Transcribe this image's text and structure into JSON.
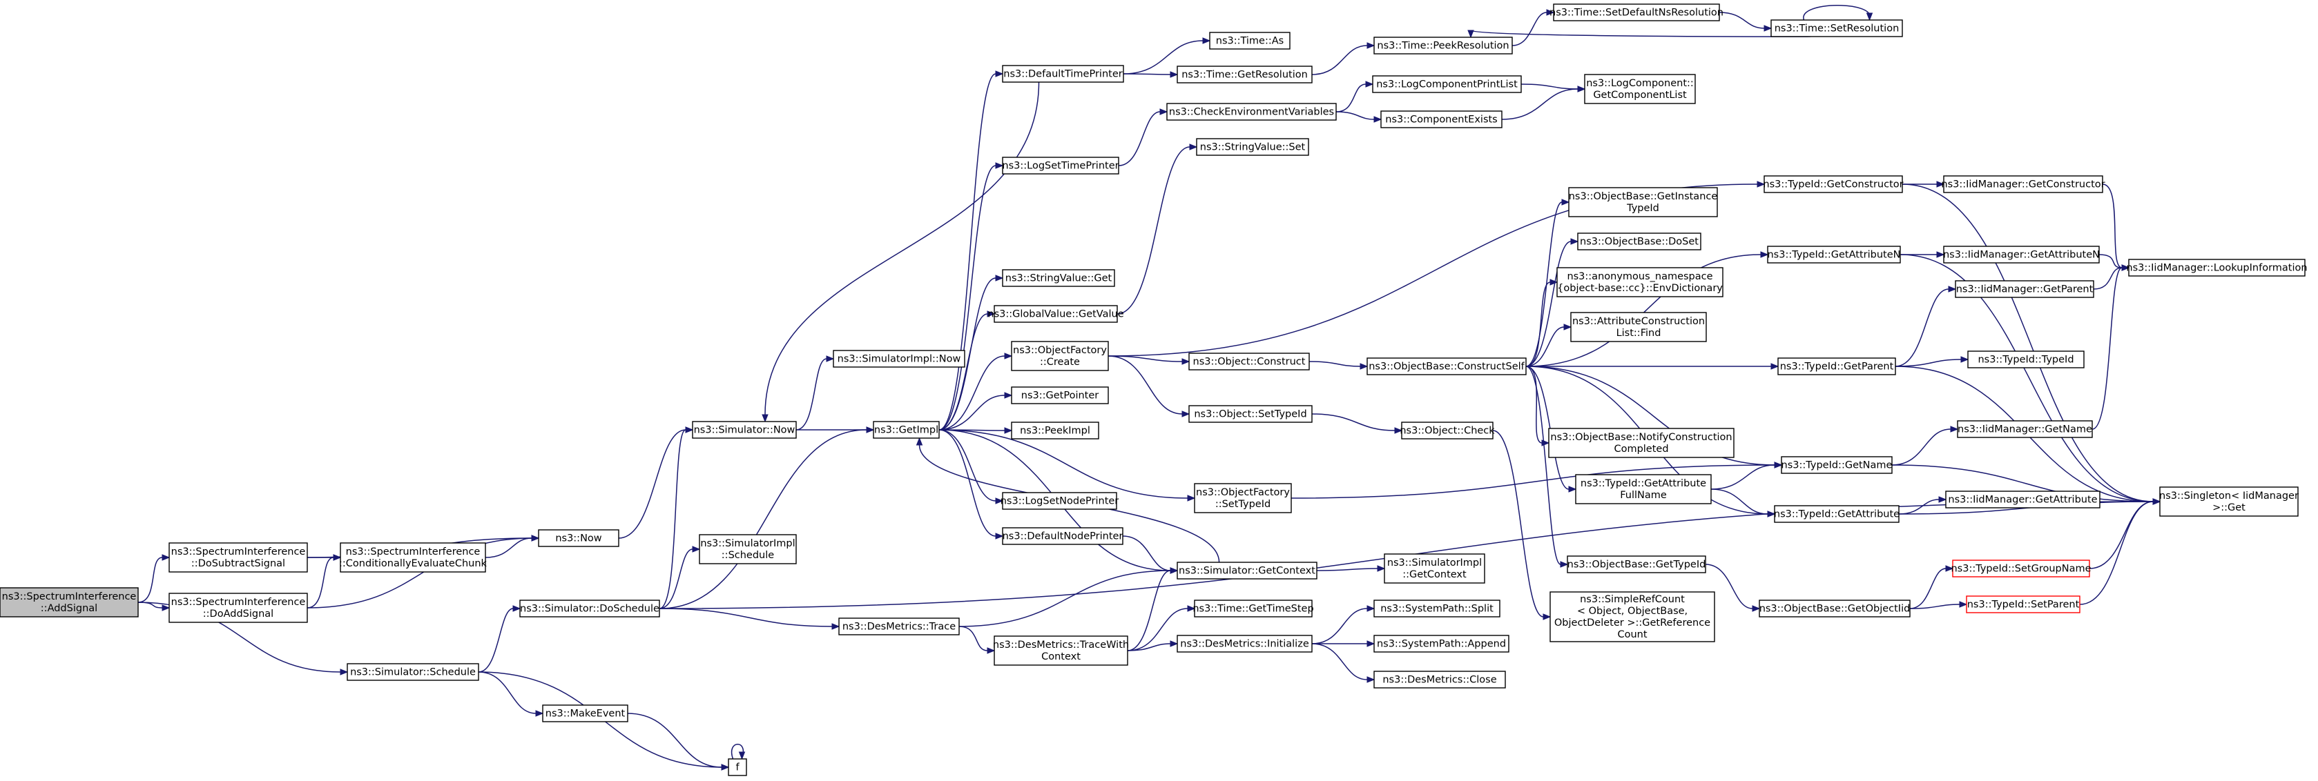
{
  "nodes": [
    {
      "id": "addsignal",
      "lines": [
        "ns3::SpectrumInterference",
        "::AddSignal"
      ],
      "root": true
    },
    {
      "id": "dosubtract",
      "lines": [
        "ns3::SpectrumInterference",
        "::DoSubtractSignal"
      ]
    },
    {
      "id": "doadd",
      "lines": [
        "ns3::SpectrumInterference",
        "::DoAddSignal"
      ]
    },
    {
      "id": "condeval",
      "lines": [
        "ns3::SpectrumInterference",
        "::ConditionallyEvaluateChunk"
      ]
    },
    {
      "id": "now",
      "lines": [
        "ns3::Now"
      ]
    },
    {
      "id": "simnow",
      "lines": [
        "ns3::Simulator::Now"
      ]
    },
    {
      "id": "simimplnow",
      "lines": [
        "ns3::SimulatorImpl::Now"
      ]
    },
    {
      "id": "getimpl",
      "lines": [
        "ns3::GetImpl"
      ]
    },
    {
      "id": "simschedule",
      "lines": [
        "ns3::Simulator::Schedule"
      ]
    },
    {
      "id": "doschedule",
      "lines": [
        "ns3::Simulator::DoSchedule"
      ]
    },
    {
      "id": "implschedule",
      "lines": [
        "ns3::SimulatorImpl",
        "::Schedule"
      ]
    },
    {
      "id": "makeevent",
      "lines": [
        "ns3::MakeEvent"
      ]
    },
    {
      "id": "f",
      "lines": [
        "f"
      ]
    },
    {
      "id": "defaulttimeprinter",
      "lines": [
        "ns3::DefaultTimePrinter"
      ]
    },
    {
      "id": "logsettimeprinter",
      "lines": [
        "ns3::LogSetTimePrinter"
      ]
    },
    {
      "id": "stringvalueget",
      "lines": [
        "ns3::StringValue::Get"
      ]
    },
    {
      "id": "globalvalueget",
      "lines": [
        "ns3::GlobalValue::GetValue"
      ]
    },
    {
      "id": "objfactorycreate",
      "lines": [
        "ns3::ObjectFactory",
        "::Create"
      ]
    },
    {
      "id": "getpointer",
      "lines": [
        "ns3::GetPointer"
      ]
    },
    {
      "id": "peekimpl",
      "lines": [
        "ns3::PeekImpl"
      ]
    },
    {
      "id": "logsetnodeprinter",
      "lines": [
        "ns3::LogSetNodePrinter"
      ]
    },
    {
      "id": "defaultnodeprinter",
      "lines": [
        "ns3::DefaultNodePrinter"
      ]
    },
    {
      "id": "desmetricstrace",
      "lines": [
        "ns3::DesMetrics::Trace"
      ]
    },
    {
      "id": "tracewithcontext",
      "lines": [
        "ns3::DesMetrics::TraceWith",
        "Context"
      ]
    },
    {
      "id": "timeas",
      "lines": [
        "ns3::Time::As"
      ]
    },
    {
      "id": "timegetresolution",
      "lines": [
        "ns3::Time::GetResolution"
      ]
    },
    {
      "id": "checkenv",
      "lines": [
        "ns3::CheckEnvironmentVariables"
      ]
    },
    {
      "id": "stringvalueset",
      "lines": [
        "ns3::StringValue::Set"
      ]
    },
    {
      "id": "objectconstruct",
      "lines": [
        "ns3::Object::Construct"
      ]
    },
    {
      "id": "objectsettypeid",
      "lines": [
        "ns3::Object::SetTypeId"
      ]
    },
    {
      "id": "objfactorysettypeid",
      "lines": [
        "ns3::ObjectFactory",
        "::SetTypeId"
      ]
    },
    {
      "id": "simgetcontext",
      "lines": [
        "ns3::Simulator::GetContext"
      ]
    },
    {
      "id": "timegettimestep",
      "lines": [
        "ns3::Time::GetTimeStep"
      ]
    },
    {
      "id": "desinit",
      "lines": [
        "ns3::DesMetrics::Initialize"
      ]
    },
    {
      "id": "timepeekresolution",
      "lines": [
        "ns3::Time::PeekResolution"
      ]
    },
    {
      "id": "timesetdefault",
      "lines": [
        "ns3::Time::SetDefaultNsResolution"
      ]
    },
    {
      "id": "timesetresolution",
      "lines": [
        "ns3::Time::SetResolution"
      ]
    },
    {
      "id": "logcompprintlist",
      "lines": [
        "ns3::LogComponentPrintList"
      ]
    },
    {
      "id": "compexists",
      "lines": [
        "ns3::ComponentExists"
      ]
    },
    {
      "id": "logcompgetlist",
      "lines": [
        "ns3::LogComponent::",
        "GetComponentList"
      ]
    },
    {
      "id": "constructself",
      "lines": [
        "ns3::ObjectBase::ConstructSelf"
      ]
    },
    {
      "id": "objectcheck",
      "lines": [
        "ns3::Object::Check"
      ]
    },
    {
      "id": "implgetcontext",
      "lines": [
        "ns3::SimulatorImpl",
        "::GetContext"
      ]
    },
    {
      "id": "syspathsplit",
      "lines": [
        "ns3::SystemPath::Split"
      ]
    },
    {
      "id": "syspathappend",
      "lines": [
        "ns3::SystemPath::Append"
      ]
    },
    {
      "id": "desclose",
      "lines": [
        "ns3::DesMetrics::Close"
      ]
    },
    {
      "id": "getinstancetypeid",
      "lines": [
        "ns3::ObjectBase::GetInstance",
        "TypeId"
      ]
    },
    {
      "id": "doset",
      "lines": [
        "ns3::ObjectBase::DoSet"
      ]
    },
    {
      "id": "envdictionary",
      "lines": [
        "ns3::anonymous_namespace",
        "{object-base::cc}::EnvDictionary"
      ]
    },
    {
      "id": "attrconstructfind",
      "lines": [
        "ns3::AttributeConstruction",
        "List::Find"
      ]
    },
    {
      "id": "notifyconstruct",
      "lines": [
        "ns3::ObjectBase::NotifyConstruction",
        "Completed"
      ]
    },
    {
      "id": "getattrfullname",
      "lines": [
        "ns3::TypeId::GetAttribute",
        "FullName"
      ]
    },
    {
      "id": "objbasegettypeid",
      "lines": [
        "ns3::ObjectBase::GetTypeId"
      ]
    },
    {
      "id": "simplerefcount",
      "lines": [
        "ns3::SimpleRefCount",
        "< Object, ObjectBase,",
        "ObjectDeleter >::GetReference",
        "Count"
      ]
    },
    {
      "id": "typeidgetconstructor",
      "lines": [
        "ns3::TypeId::GetConstructor"
      ]
    },
    {
      "id": "typeidgetattrn",
      "lines": [
        "ns3::TypeId::GetAttributeN"
      ]
    },
    {
      "id": "typeidgetparent",
      "lines": [
        "ns3::TypeId::GetParent"
      ]
    },
    {
      "id": "typeidgetname",
      "lines": [
        "ns3::TypeId::GetName"
      ]
    },
    {
      "id": "typeidgetattr",
      "lines": [
        "ns3::TypeId::GetAttribute"
      ]
    },
    {
      "id": "getobjectiid",
      "lines": [
        "ns3::ObjectBase::GetObjectIid"
      ]
    },
    {
      "id": "iidgetconstructor",
      "lines": [
        "ns3::IidManager::GetConstructor"
      ]
    },
    {
      "id": "iidgetattrn",
      "lines": [
        "ns3::IidManager::GetAttributeN"
      ]
    },
    {
      "id": "iidgetparent",
      "lines": [
        "ns3::IidManager::GetParent"
      ]
    },
    {
      "id": "typeidtypeid",
      "lines": [
        "ns3::TypeId::TypeId"
      ]
    },
    {
      "id": "iidgetname",
      "lines": [
        "ns3::IidManager::GetName"
      ]
    },
    {
      "id": "iidgetattr",
      "lines": [
        "ns3::IidManager::GetAttribute"
      ]
    },
    {
      "id": "typeidsetgroupname",
      "lines": [
        "ns3::TypeId::SetGroupName"
      ],
      "truncated": true
    },
    {
      "id": "typeidsetparent",
      "lines": [
        "ns3::TypeId::SetParent"
      ],
      "truncated": true
    },
    {
      "id": "lookupinfo",
      "lines": [
        "ns3::IidManager::LookupInformation"
      ]
    },
    {
      "id": "singletonget",
      "lines": [
        "ns3::Singleton< IidManager",
        " >::Get"
      ]
    }
  ],
  "colors": {
    "edge": "#191970",
    "root_fill": "#bfbfbf",
    "truncated_border": "#ff0000"
  }
}
